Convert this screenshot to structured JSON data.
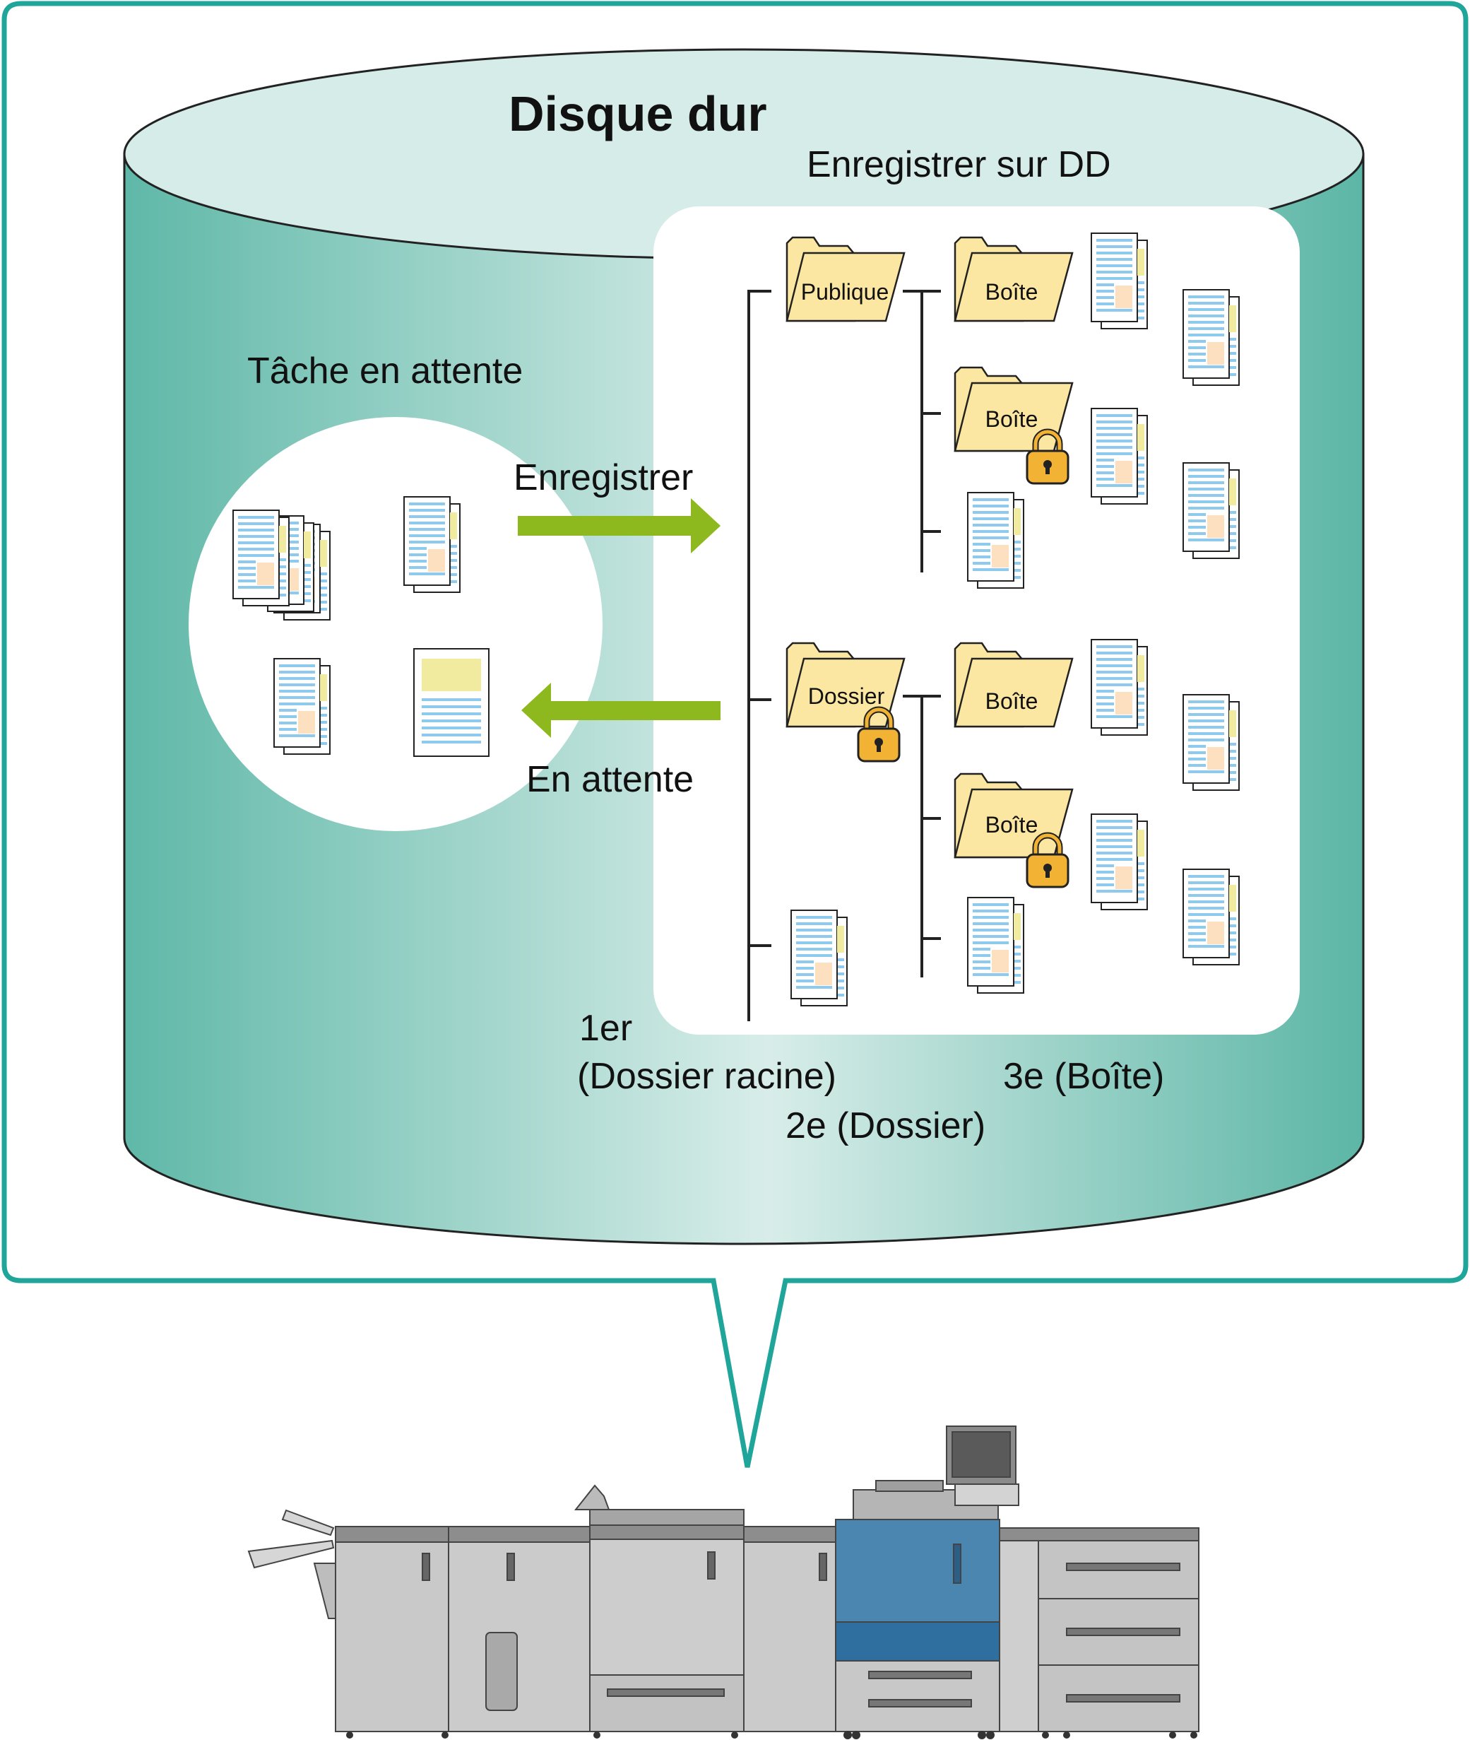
{
  "title": "Disque dur",
  "labels": {
    "save_hdd": "Enregistrer sur DD",
    "pending_job": "Tâche en attente",
    "save": "Enregistrer",
    "pending": "En attente",
    "level1_line1": "1er",
    "level1_line2": "(Dossier racine)",
    "level2": "2e (Dossier)",
    "level3": "3e (Boîte)"
  },
  "folders": {
    "public": "Publique",
    "folder": "Dossier",
    "box": "Boîte"
  },
  "colors": {
    "teal_border": "#1fa59a",
    "cylinder_dark": "#5fb8a8",
    "cylinder_light": "#d6ece8",
    "arrow_green": "#8db81e",
    "folder_fill": "#fbe7a1",
    "lock_fill": "#f2b233",
    "doc_lines": "#8ecaed",
    "doc_patch": "#fce0c0",
    "press_blue": "#4b86b0",
    "press_gray": "#c8c8c8"
  }
}
